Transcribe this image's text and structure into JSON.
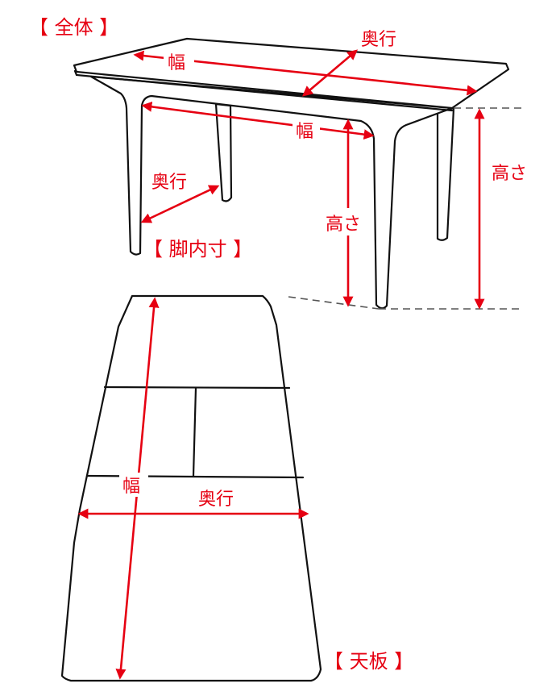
{
  "colors": {
    "accent": "#e60012",
    "outline": "#111111",
    "guide": "#555555",
    "background": "#ffffff"
  },
  "sections": {
    "overall": "【 全体 】",
    "leg_inner": "【 脚内寸 】",
    "tabletop": "【 天板 】"
  },
  "dimensions": {
    "overall_width": "幅",
    "overall_depth": "奥行",
    "overall_height": "高さ",
    "leg_width": "幅",
    "leg_depth": "奥行",
    "leg_height": "高さ",
    "top_width": "幅",
    "top_depth": "奥行"
  }
}
